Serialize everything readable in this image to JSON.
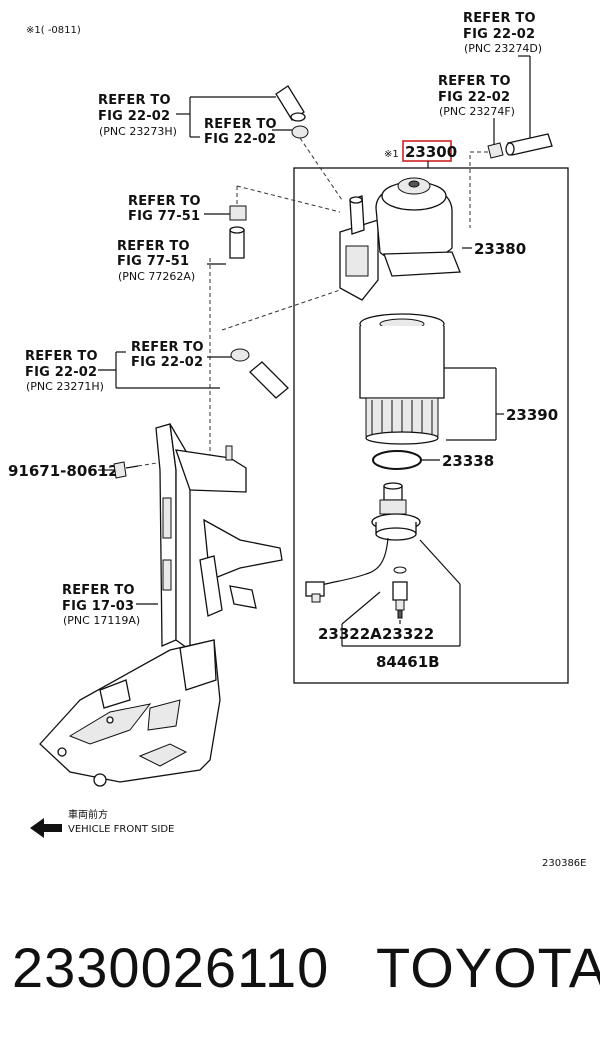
{
  "header": {
    "note": "※1(      -0811)"
  },
  "callouts": {
    "c23274d": {
      "line1": "REFER TO",
      "line2": "FIG 22-02",
      "pnc": "(PNC 23274D)"
    },
    "c23274f": {
      "line1": "REFER TO",
      "line2": "FIG 22-02",
      "pnc": "(PNC 23274F)"
    },
    "c23273h": {
      "line1": "REFER TO",
      "line2": "FIG 22-02",
      "pnc": "(PNC 23273H)"
    },
    "c2202b": {
      "line1": "REFER TO",
      "line2": "FIG 22-02"
    },
    "c7751a": {
      "line1": "REFER TO",
      "line2": "FIG 77-51"
    },
    "c77262a": {
      "line1": "REFER TO",
      "line2": "FIG 77-51",
      "pnc": "(PNC 77262A)"
    },
    "c2202c": {
      "line1": "REFER TO",
      "line2": "FIG 22-02"
    },
    "c23271h": {
      "line1": "REFER TO",
      "line2": "FIG 22-02",
      "pnc": "(PNC 23271H)"
    },
    "c17119a": {
      "line1": "REFER TO",
      "line2": "FIG 17-03",
      "pnc": "(PNC 17119A)"
    }
  },
  "parts": {
    "p23300_prefix": "※1",
    "p23300": "23300",
    "p23380": "23380",
    "p23390": "23390",
    "p23338": "23338",
    "p23322a": "23322A",
    "p23322": "23322",
    "p84461b": "84461B",
    "p91671": "91671-80612"
  },
  "direction": {
    "jp": "車両前方",
    "en": "VEHICLE FRONT SIDE"
  },
  "figure_code": "230386E",
  "footer": {
    "part_number": "2330026110",
    "brand": "TOYOTA"
  },
  "colors": {
    "highlight_box": "#cc2222",
    "ink": "#111111"
  }
}
